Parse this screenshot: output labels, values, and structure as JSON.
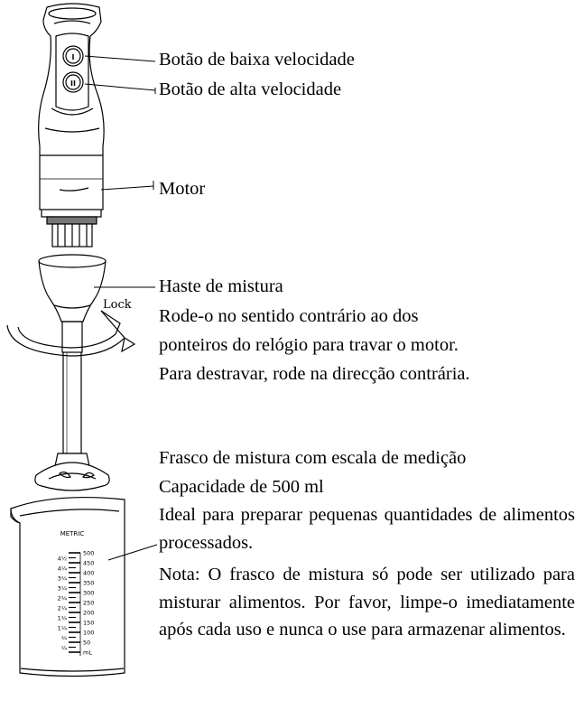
{
  "labels": {
    "low_speed": "Botão de baixa velocidade",
    "high_speed": "Botão de alta velocidade",
    "motor": "Motor",
    "shaft_title": "Haste de mistura",
    "shaft_desc_1": "Rode-o no sentido contrário ao dos",
    "shaft_desc_2": "ponteiros do relógio para travar o motor.",
    "shaft_desc_3": "Para destravar, rode na direcção contrária.",
    "beaker_title": "Frasco de mistura com escala de medição",
    "beaker_capacity": "Capacidade de 500 ml",
    "beaker_ideal": "Ideal para preparar pequenas quantidades de alimentos processados.",
    "beaker_note": "Nota: O frasco de mistura só pode ser utilizado para misturar alimentos. Por favor, limpe-o imediatamente após cada uso e nunca o use para armazenar alimentos."
  },
  "illustration": {
    "button_low_symbol": "I",
    "button_high_symbol": "II",
    "lock_arrow_label": "Lock",
    "jar_heading": "METRIC",
    "jar_left_scale": [
      "4½",
      "4¼",
      "3¾",
      "3¼",
      "2¾",
      "2¼",
      "1¾",
      "1¼",
      "¾",
      "¼"
    ],
    "jar_right_scale": [
      "500",
      "450",
      "400",
      "350",
      "300",
      "250",
      "200",
      "150",
      "100",
      "50",
      "mL"
    ]
  }
}
